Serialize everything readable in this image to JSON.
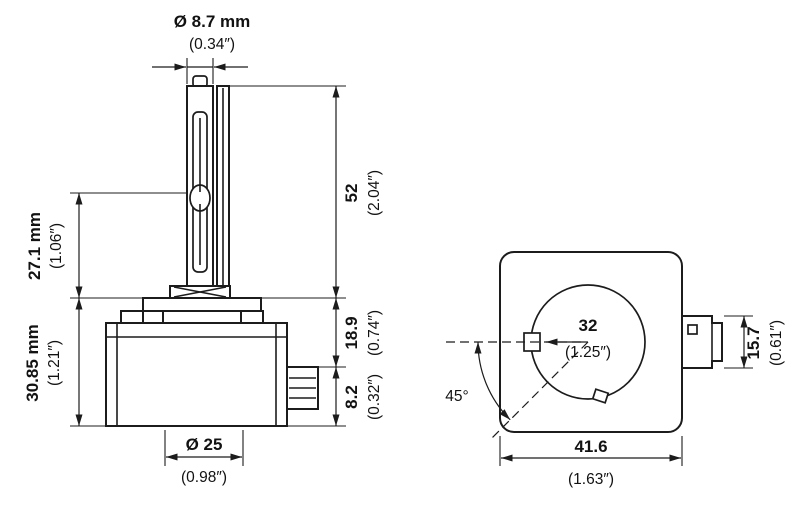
{
  "colors": {
    "background": "#ffffff",
    "line": "#1c1c1c",
    "text": "#121212"
  },
  "side_view": {
    "tube_diameter_mm": "Ø 8.7 mm",
    "tube_diameter_in": "(0.34″)",
    "upper_height_mm": "27.1 mm",
    "upper_height_in": "(1.06″)",
    "base_height_mm": "30.85 mm",
    "base_height_in": "(1.21″)",
    "glass_length_mm": "52",
    "glass_length_in": "(2.04″)",
    "mid_height_mm": "18.9",
    "mid_height_in": "(0.74″)",
    "lower_height_mm": "8.2",
    "lower_height_in": "(0.32″)",
    "base_diameter_mm": "Ø 25",
    "base_diameter_in": "(0.98″)"
  },
  "end_view": {
    "bore_diameter_mm": "32",
    "bore_diameter_in": "(1.25″)",
    "key_angle": "45°",
    "connector_height_mm": "15.7",
    "connector_height_in": "(0.61″)",
    "body_width_mm": "41.6",
    "body_width_in": "(1.63″)"
  }
}
